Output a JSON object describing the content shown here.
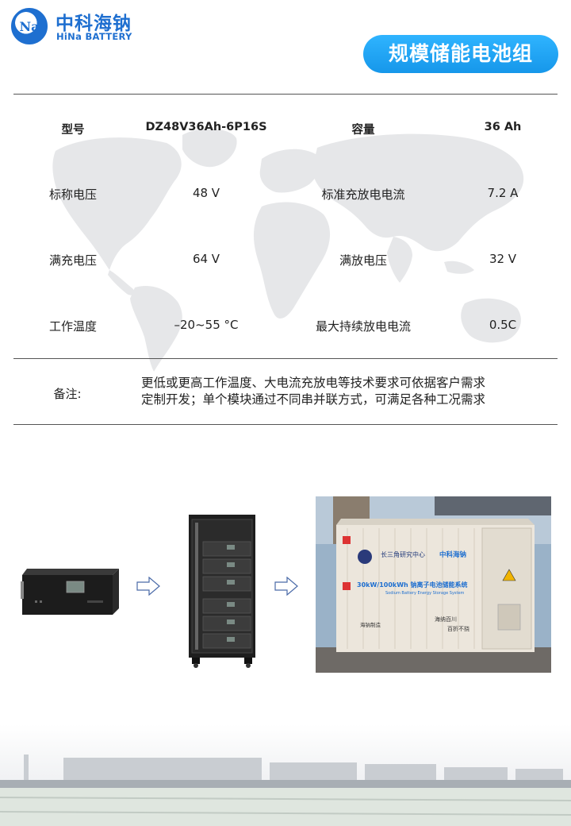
{
  "logo": {
    "mark": "Na",
    "cn": "中科海钠",
    "en": "HiNa BATTERY"
  },
  "title": "规模储能电池组",
  "specs": {
    "row1": {
      "k1": "型号",
      "v1": "DZ48V36Ah-6P16S",
      "k2": "容量",
      "v2": "36 Ah"
    },
    "row2": {
      "k1": "标称电压",
      "v1": "48 V",
      "k2": "标准充放电电流",
      "v2": "7.2 A"
    },
    "row3": {
      "k1": "满充电压",
      "v1": "64 V",
      "k2": "满放电压",
      "v2": "32 V"
    },
    "row4": {
      "k1": "工作温度",
      "v1": "–20~55 °C",
      "k2": "最大持续放电电流",
      "v2": "0.5C"
    }
  },
  "note": {
    "label": "备注:",
    "line1": "更低或更高工作温度、大电流充放电等技术要求可依据客户需求",
    "line2": "定制开发；单个模块通过不同串并联方式，可满足各种工况需求"
  },
  "container": {
    "line1": "长三角研究中心",
    "brand": "中科海钠",
    "line2": "30kW/100kWh 钠离子电池储能系统",
    "line3": "Sodium Battery Energy Storage System",
    "slogan_a": "海纳百川",
    "slogan_b": "百折不挠",
    "maker": "海钠制造"
  },
  "colors": {
    "brand_blue": "#1e6fd0",
    "pill_blue": "#1697ea",
    "rule": "#555555",
    "map_gray": "#e6e7e9"
  }
}
